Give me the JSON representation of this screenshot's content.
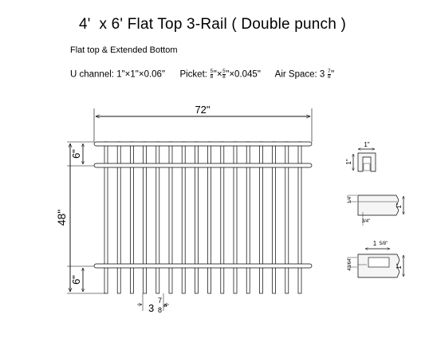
{
  "title": "4'  x 6' Flat Top 3-Rail ( Double punch )",
  "subtitle": "Flat top & Extended Bottom",
  "specs": {
    "u_channel_label": "U channel:",
    "u_channel_value": "1\"×1\"×0.06\"",
    "picket_label": "Picket:",
    "picket_frac_num": "5",
    "picket_frac_den": "8",
    "picket_tail": "×0.045\"",
    "air_space_label": "Air Space: 3",
    "air_space_frac_num": "7",
    "air_space_frac_den": "8"
  },
  "dimensions": {
    "width": "72\"",
    "height": "48\"",
    "top_rail_gap": "6\"",
    "bottom_rail_gap": "6\"",
    "air_space_whole": "3",
    "air_space_num": "7",
    "air_space_den": "8",
    "air_space_unit": "\""
  },
  "details": {
    "u_channel_width": "1\"",
    "u_channel_height": "1\"",
    "rail_section_height": "1\"",
    "rail_section_small_top": "1/4\"",
    "rail_section_small_bottom": "3/4\"",
    "punched_width_whole": "1",
    "punched_width_frac": "5/8\"",
    "punched_side_top": "43/64\"",
    "punched_height": "1\""
  },
  "fence": {
    "picket_count": 16,
    "rail_count": 3
  }
}
